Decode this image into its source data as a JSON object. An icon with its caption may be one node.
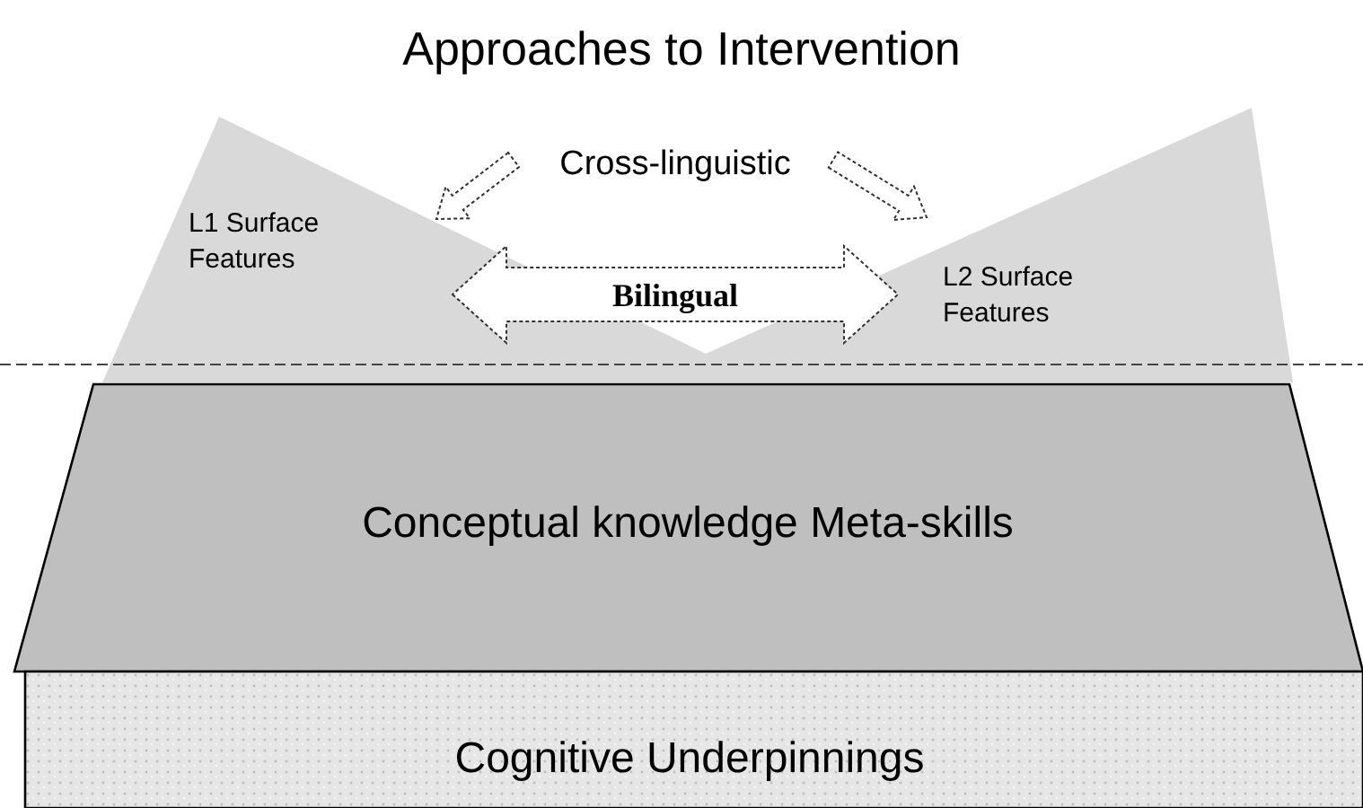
{
  "diagram": {
    "title": "Approaches to Intervention",
    "nodes": [
      {
        "text": [
          "L1 Surface Features"
        ]
      },
      {
        "text": [
          "L2 Surface Features"
        ]
      },
      {
        "text": [
          "Cross-linguistic"
        ]
      },
      {
        "text": [
          "Conceptual knowledge Meta-skills"
        ]
      },
      {
        "text": [
          "Cognitive Underpinnings"
        ]
      }
    ],
    "edges": [
      {
        "from": 2,
        "to": 0,
        "arrow": "to",
        "style": "dashed"
      },
      {
        "from": 2,
        "to": 1,
        "arrow": "to",
        "style": "dashed"
      },
      {
        "from": 0,
        "to": 1,
        "arrow": "both",
        "label": "Bilingual",
        "style": "dashed"
      }
    ]
  }
}
